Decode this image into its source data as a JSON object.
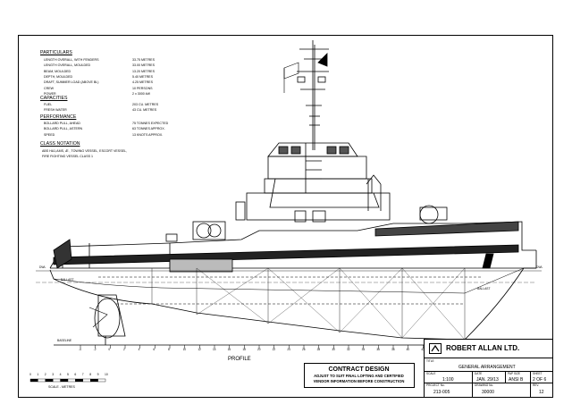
{
  "particulars": {
    "title": "PARTICULARS",
    "rows": [
      {
        "label": "LENGTH OVERALL, WITH FENDERS",
        "value": "33.75 METRES"
      },
      {
        "label": "LENGTH OVERALL, MOULDED",
        "value": "33.00 METRES"
      },
      {
        "label": "BEAM, MOULDED",
        "value": "13.20 METRES"
      },
      {
        "label": "DEPTH, MOULDED",
        "value": "5.40 METRES"
      },
      {
        "label": "DRAFT, SUMMER LOAD (ABOVE BL)",
        "value": "4.25 METRES"
      },
      {
        "label": "CREW",
        "value": "10 PERSONS"
      },
      {
        "label": "POWER",
        "value": "2 x 3000 kW"
      }
    ]
  },
  "capacities": {
    "title": "CAPACITIES",
    "rows": [
      {
        "label": "FUEL",
        "value": "203 CU. METRES"
      },
      {
        "label": "FRESH WATER",
        "value": "43 CU. METRES"
      }
    ]
  },
  "performance": {
    "title": "PERFORMANCE",
    "rows": [
      {
        "label": "BOLLARD PULL, AHEAD",
        "value": "75 TONNES EXPECTED"
      },
      {
        "label": "BOLLARD PULL, ASTERN",
        "value": "63 TONNES APPROX."
      },
      {
        "label": "SPEED",
        "value": "13 KNOTS APPROX."
      }
    ]
  },
  "class_notation": {
    "title": "CLASS NOTATION",
    "line1": "ABS HA1,AMS, Æ , TOWING VESSEL, ESCORT VESSEL,",
    "line2": "FIRE FIGHTING VESSEL CLASS 1"
  },
  "drawing": {
    "view_label": "PROFILE",
    "baseline_label": "BASELINE",
    "dwl_left": "DWL",
    "dwl_right": "DWL",
    "ballast_left": "BALLAST",
    "ballast_right": "BALLAST",
    "frame_numbers": [
      "-4",
      "-2",
      "0",
      "2",
      "4",
      "6",
      "8",
      "10",
      "12",
      "14",
      "16",
      "18",
      "20",
      "22",
      "24",
      "26",
      "28",
      "30",
      "32",
      "34",
      "36",
      "38",
      "40",
      "42",
      "44",
      "46",
      "48",
      "50",
      "52",
      "54",
      "56"
    ]
  },
  "scale_bar": {
    "ticks": [
      "0",
      "1",
      "2",
      "3",
      "4",
      "5",
      "6",
      "7",
      "8",
      "9",
      "10"
    ],
    "label": "SCALE - METRES"
  },
  "contract_box": {
    "title": "CONTRACT DESIGN",
    "line1": "ADJUST TO SUIT FINAL LOFTING AND CERTIFIED",
    "line2": "VENDOR INFORMATION BEFORE CONSTRUCTION"
  },
  "title_block": {
    "company": "ROBERT ALLAN LTD.",
    "title_label": "TITLE",
    "title_value": "GENERAL ARRANGEMENT",
    "scale_label": "SCALE",
    "scale_value": "1:100",
    "date_label": "DATE",
    "date_value": "JAN. 29/13",
    "pap_label": "PAP SIZE",
    "pap_value": "ANSI B",
    "sheet_label": "SHEET",
    "sheet_value": "2 OF 6",
    "project_label": "PROJECT No.",
    "project_value": "213-005",
    "drawing_label": "DRAWING No.",
    "drawing_value": "30000",
    "rev_label": "REV.",
    "rev_value": "12"
  }
}
